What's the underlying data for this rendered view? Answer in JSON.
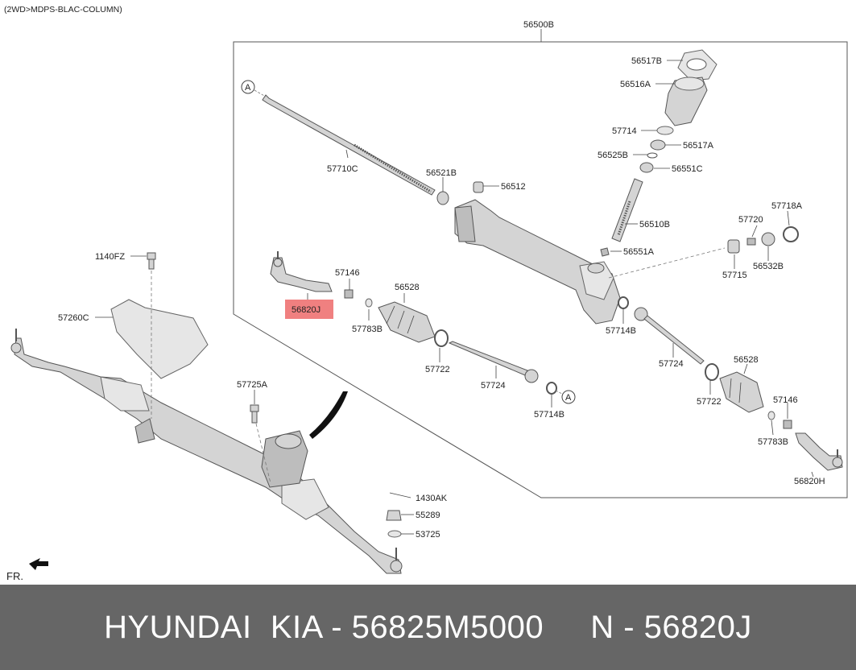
{
  "header": {
    "config": "(2WD>MDPS-BLAC-COLUMN)"
  },
  "assembly": {
    "label": "56500B"
  },
  "labels": {
    "p56517B": "56517B",
    "p56516A": "56516A",
    "p57714_top": "57714",
    "p56517A": "56517A",
    "p56525B": "56525B",
    "p56551C": "56551C",
    "p57710C": "57710C",
    "p56521B": "56521B",
    "p56512": "56512",
    "p56510B": "56510B",
    "p57718A": "57718A",
    "p57720": "57720",
    "p56551A": "56551A",
    "p57715": "57715",
    "p56532B": "56532B",
    "p57146_left": "57146",
    "p56528_left": "56528",
    "p56820J": "56820J",
    "p57783B_left": "57783B",
    "p57714B_mid": "57714B",
    "p57722_left": "57722",
    "p57724_left": "57724",
    "p57714B_left": "57714B",
    "p57724_right": "57724",
    "p56528_right": "56528",
    "p57722_right": "57722",
    "p57146_right": "57146",
    "p57783B_right": "57783B",
    "p56820H": "56820H",
    "p1140FZ": "1140FZ",
    "p57260C": "57260C",
    "p57725A": "57725A",
    "p1430AK": "1430AK",
    "p55289": "55289",
    "p53725": "53725",
    "refA_top": "A",
    "refA_bottom": "A",
    "front": "FR."
  },
  "highlight": {
    "part": "56820J",
    "color": "#f08080"
  },
  "footer": {
    "text": "HYUNDAI  KIA - 56825M5000     N - 56820J"
  }
}
